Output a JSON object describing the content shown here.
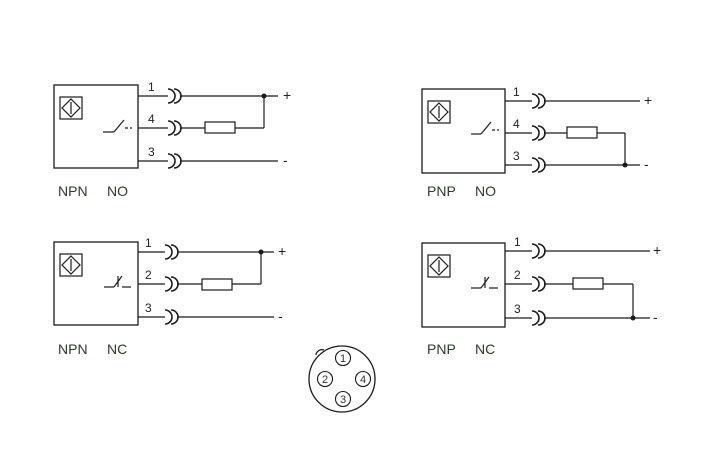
{
  "diagrams": [
    {
      "id": "npn-no",
      "caption_type": "NPN",
      "caption_mode": "NO",
      "pins": [
        "1",
        "4",
        "3"
      ],
      "polarity": [
        "+",
        "-"
      ]
    },
    {
      "id": "pnp-no",
      "caption_type": "PNP",
      "caption_mode": "NO",
      "pins": [
        "1",
        "4",
        "3"
      ],
      "polarity": [
        "+",
        "-"
      ]
    },
    {
      "id": "npn-nc",
      "caption_type": "NPN",
      "caption_mode": "NC",
      "pins": [
        "1",
        "2",
        "3"
      ],
      "polarity": [
        "+",
        "-"
      ]
    },
    {
      "id": "pnp-nc",
      "caption_type": "PNP",
      "caption_mode": "NC",
      "pins": [
        "1",
        "2",
        "3"
      ],
      "polarity": [
        "+",
        "-"
      ]
    }
  ],
  "connector": {
    "pins": [
      "1",
      "2",
      "4",
      "3"
    ]
  },
  "colors": {
    "line": "#1a1a1a",
    "caption": "#2b3a2b"
  }
}
